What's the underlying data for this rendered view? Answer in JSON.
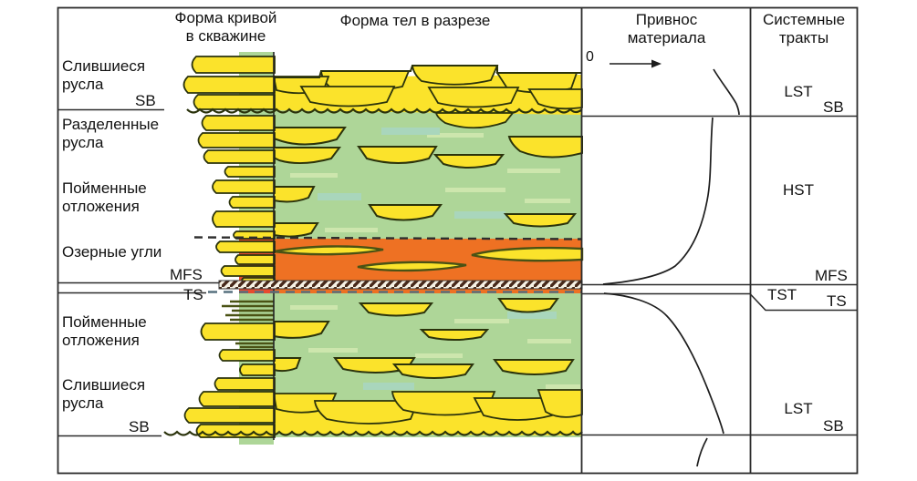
{
  "figure": {
    "headers": {
      "well_curve": "Форма кривой\nв скважине",
      "body_shapes": "Форма тел в разрезе",
      "supply": "Привнос\nматериала",
      "tracts": "Системные\nтракты"
    },
    "axis": {
      "zero": "0"
    },
    "left": {
      "merged_top": "Слившиеся\nрусла",
      "sb_top": "SB",
      "divided": "Разделенные\nрусла",
      "floodplain_top": "Пойменные\nотложения",
      "coals": "Озерные угли",
      "mfs": "MFS",
      "ts": "TS",
      "floodplain_bottom": "Пойменные\nотложения",
      "merged_bottom": "Слившиеся\nрусла",
      "sb_bottom": "SB"
    },
    "right": {
      "lst_top": "LST",
      "sb_top": "SB",
      "hst": "HST",
      "mfs": "MFS",
      "tst": "TST",
      "ts": "TS",
      "lst_bottom": "LST",
      "sb_bottom": "SB"
    },
    "colors": {
      "sand_yellow": "#fbe32b",
      "floodplain_green": "#aed698",
      "coal_band_orange": "#ee7123",
      "coal_log_red": "#e74b2f",
      "lens_outline": "#2b330c",
      "line_black": "#2b2b2b",
      "ts_dash": "#57707e"
    }
  }
}
